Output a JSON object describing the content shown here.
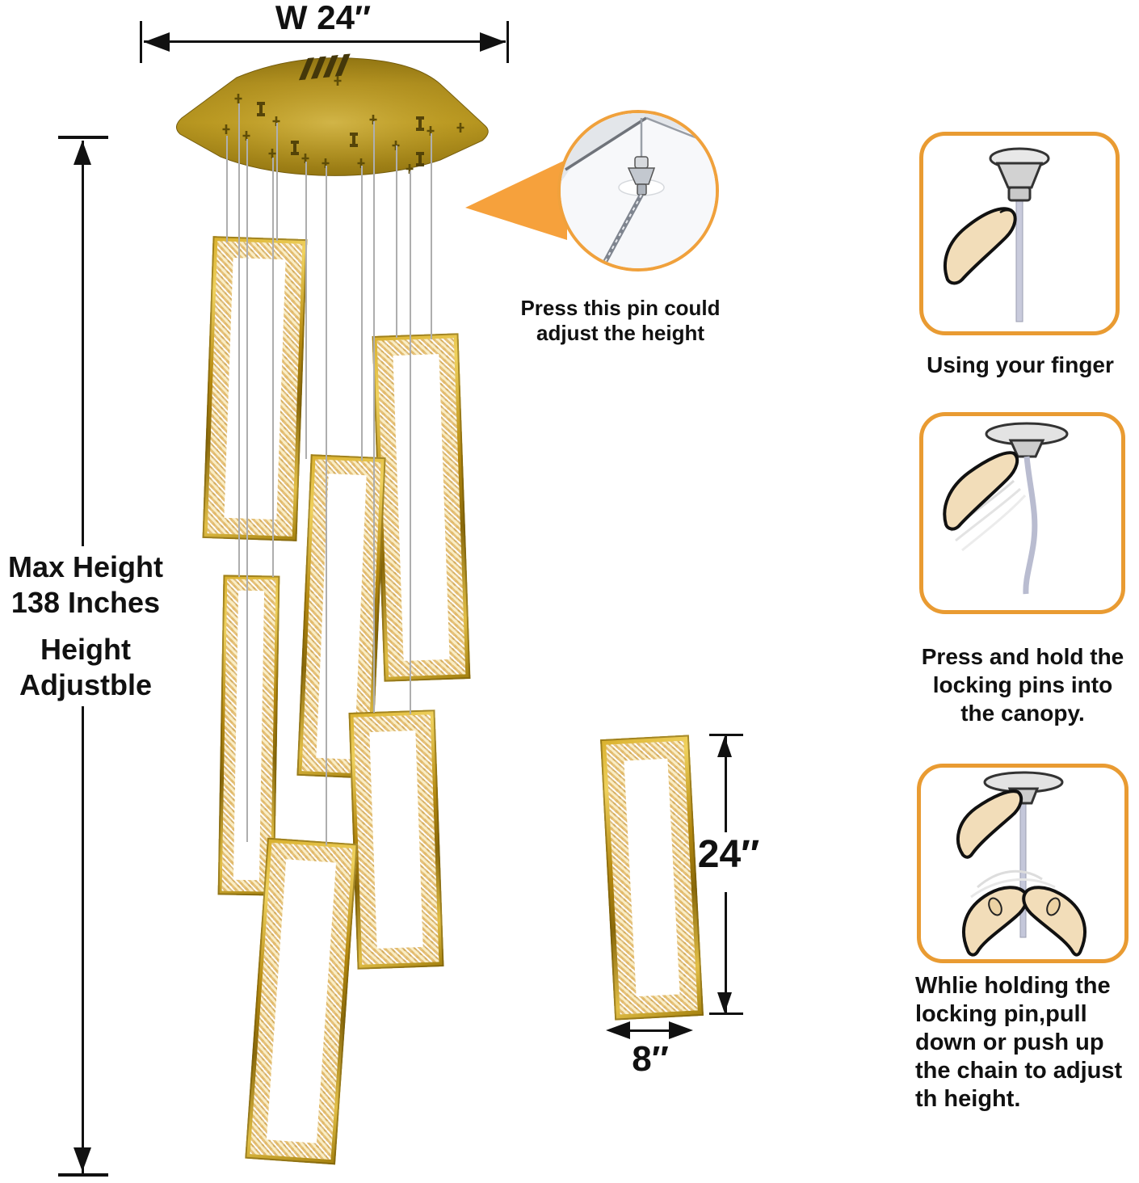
{
  "dimensions": {
    "canopy_width": "W 24″",
    "max_height": {
      "line1": "Max Height",
      "value": "138",
      "unit": "Inches",
      "line3": "Height",
      "line4": "Adjustble"
    },
    "ring_height": "24″",
    "ring_width": "8″"
  },
  "callout": {
    "line1": "Press this pin could",
    "line2": "adjust the height"
  },
  "instructions": [
    {
      "caption_lines": [
        "Using your finger"
      ]
    },
    {
      "caption_lines": [
        "Press and hold the",
        "locking pins into",
        "the canopy."
      ]
    },
    {
      "caption_lines": [
        "Whlie holding the",
        "locking pin,pull",
        "down or push up",
        "the chain to adjust",
        "th height."
      ]
    }
  ],
  "colors": {
    "accent_orange": "#F0A13C",
    "canopy_gold": "#AB8A14",
    "ring_gold": "#C9971D",
    "crystal_champagne": "#F3E2B3",
    "cable_gray": "#AEAEAE",
    "skin_tone": "#F2DDB9"
  }
}
